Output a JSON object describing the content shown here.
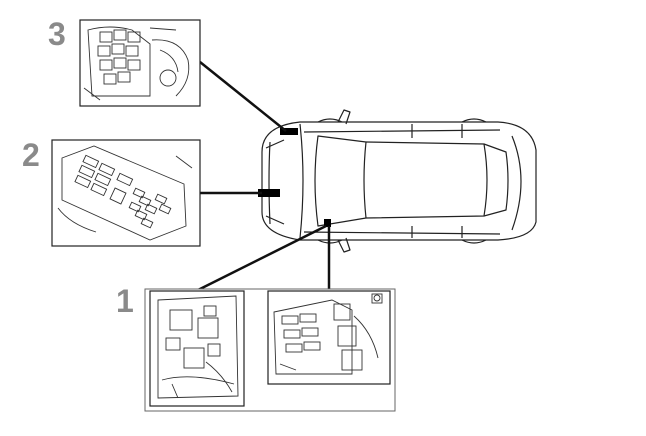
{
  "callouts": [
    {
      "id": "3",
      "label": "3"
    },
    {
      "id": "2",
      "label": "2"
    },
    {
      "id": "1",
      "label": "1"
    }
  ],
  "colors": {
    "line": "#111111",
    "callout": "#8a8a8a",
    "frame": "#222222",
    "marker": "#000000"
  },
  "icons": [
    "car-top-view-icon",
    "fuse-relay-box-icon",
    "relay-icon",
    "location-marker-icon"
  ]
}
